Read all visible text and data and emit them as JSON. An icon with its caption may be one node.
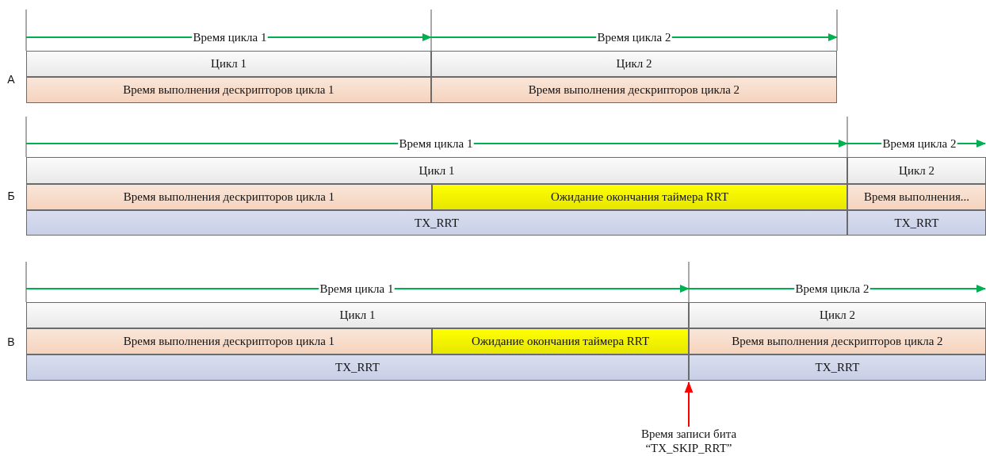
{
  "diagram": {
    "nodes": [
      {
        "text": [
          "Цикл 1"
        ]
      },
      {
        "text": [
          "Цикл 2"
        ]
      },
      {
        "text": [
          "Время выполнения дескрипторов цикла 1"
        ]
      },
      {
        "text": [
          "Время выполнения дескрипторов цикла 2"
        ]
      },
      {
        "text": [
          "Цикл 1"
        ]
      },
      {
        "text": [
          "Цикл 2"
        ]
      },
      {
        "text": [
          "Время выполнения дескрипторов цикла 1"
        ]
      },
      {
        "text": [
          "Ожидание окончания таймера RRT"
        ]
      },
      {
        "text": [
          "Время выполнения..."
        ]
      },
      {
        "text": [
          "TX_RRT"
        ]
      },
      {
        "text": [
          "TX_RRT"
        ]
      },
      {
        "text": [
          "Цикл 1"
        ]
      },
      {
        "text": [
          "Цикл 2"
        ]
      },
      {
        "text": [
          "Время выполнения дескрипторов цикла 1"
        ]
      },
      {
        "text": [
          "Ожидание окончания таймера RRT"
        ]
      },
      {
        "text": [
          "Время выполнения дескрипторов цикла 2"
        ]
      },
      {
        "text": [
          "TX_RRT"
        ]
      },
      {
        "text": [
          "TX_RRT"
        ]
      },
      {
        "text": [
          "Время записи бита “TX_SKIP_RRT”"
        ]
      }
    ],
    "edges": [
      {
        "from": 18,
        "to": 17,
        "arrow": "to"
      }
    ],
    "labels": [
      "Время цикла 1",
      "Время цикла 2",
      "А",
      "Время цикла 1",
      "Время цикла 2",
      "Б",
      "Время цикла 1",
      "Время цикла 2",
      "В"
    ]
  }
}
